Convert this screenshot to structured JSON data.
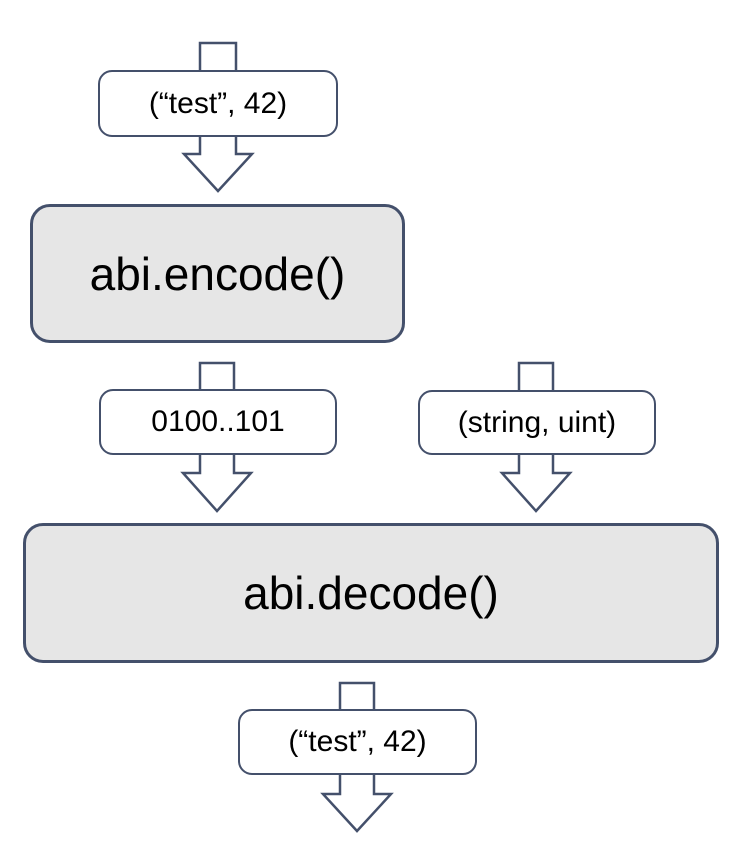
{
  "diagram": {
    "description": "ABI encode/decode flow",
    "nodes": {
      "input": {
        "label": "(“test”, 42)",
        "kind": "data"
      },
      "encode": {
        "label": "abi.encode()",
        "kind": "process"
      },
      "bytes": {
        "label": "0100..101",
        "kind": "data"
      },
      "types": {
        "label": "(string, uint)",
        "kind": "data"
      },
      "decode": {
        "label": "abi.decode()",
        "kind": "process"
      },
      "output": {
        "label": "(“test”, 42)",
        "kind": "data"
      }
    },
    "edges": [
      {
        "from": "input",
        "to": "encode"
      },
      {
        "from": "encode",
        "to": "decode",
        "via": "bytes"
      },
      {
        "from": "types",
        "to": "decode"
      },
      {
        "from": "decode",
        "to": "output"
      }
    ],
    "colors": {
      "outline": "#44506b",
      "process-fill": "#e6e6e6",
      "data-fill": "#ffffff",
      "text": "#000000",
      "background": "#ffffff"
    }
  }
}
